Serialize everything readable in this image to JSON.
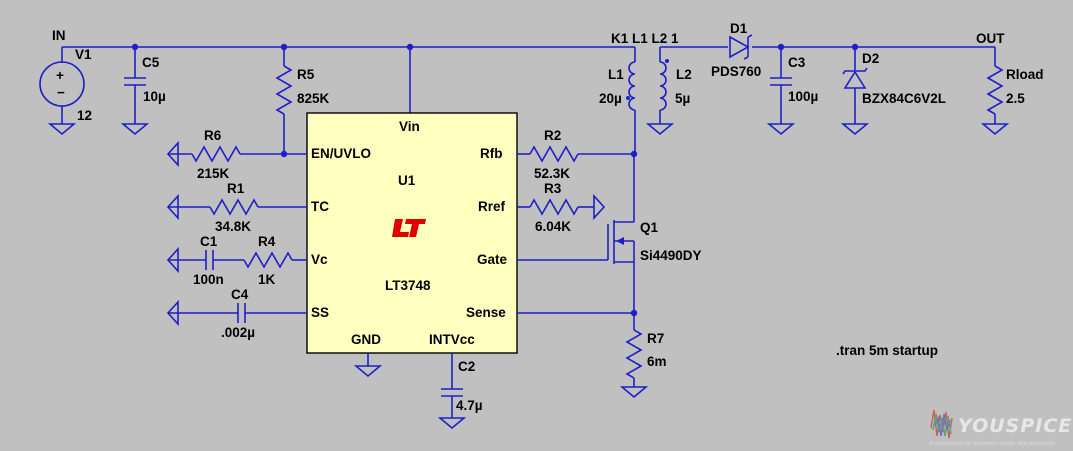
{
  "nets": {
    "in": "IN",
    "out": "OUT"
  },
  "components": {
    "V1": {
      "ref": "V1",
      "value": "12"
    },
    "C5": {
      "ref": "C5",
      "value": "10µ"
    },
    "R5": {
      "ref": "R5",
      "value": "825K"
    },
    "R6": {
      "ref": "R6",
      "value": "215K"
    },
    "R1": {
      "ref": "R1",
      "value": "34.8K"
    },
    "C1": {
      "ref": "C1",
      "value": "100n"
    },
    "R4": {
      "ref": "R4",
      "value": "1K"
    },
    "C4": {
      "ref": "C4",
      "value": ".002µ"
    },
    "C2": {
      "ref": "C2",
      "value": "4.7µ"
    },
    "R2": {
      "ref": "R2",
      "value": "52.3K"
    },
    "R3": {
      "ref": "R3",
      "value": "6.04K"
    },
    "Q1": {
      "ref": "Q1",
      "value": "Si4490DY"
    },
    "R7": {
      "ref": "R7",
      "value": "6m"
    },
    "L1": {
      "ref": "L1",
      "value": "20µ"
    },
    "L2": {
      "ref": "L2",
      "value": "5µ"
    },
    "D1": {
      "ref": "D1",
      "value": "PDS760"
    },
    "C3": {
      "ref": "C3",
      "value": "100µ"
    },
    "D2": {
      "ref": "D2",
      "value": "BZX84C6V2L"
    },
    "Rload": {
      "ref": "Rload",
      "value": "2.5"
    }
  },
  "coupling": "K1 L1 L2 1",
  "ic": {
    "name": "U1",
    "part": "LT3748",
    "logo": "LT",
    "pins": {
      "vin": "Vin",
      "en": "EN/UVLO",
      "tc": "TC",
      "vc": "Vc",
      "ss": "SS",
      "gnd": "GND",
      "intvcc": "INTVcc",
      "rfb": "Rfb",
      "rref": "Rref",
      "gate": "Gate",
      "sense": "Sense"
    }
  },
  "directive": ".tran 5m startup",
  "polarity": {
    "plus": "+",
    "minus": "−"
  },
  "watermark": {
    "brand": "YOUSPICE",
    "tagline": "A community for electronic design and simulation"
  },
  "colors": {
    "background": "#c0c0c0",
    "wire": "#1f1fc8",
    "ic_fill": "#ffffc0",
    "logo": "#e00000"
  }
}
